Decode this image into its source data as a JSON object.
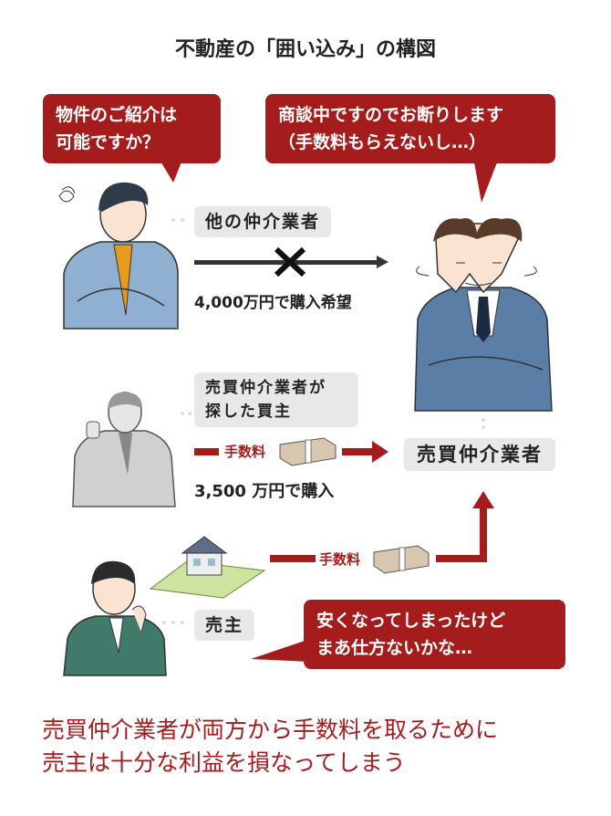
{
  "title": "不動産の「囲い込み」の構図",
  "bubbles": {
    "other_agent_question": [
      "物件のご紹介は",
      "可能ですか？"
    ],
    "broker_reply": [
      "商談中ですのでお断りします",
      "（手数料もらえないし…）"
    ],
    "seller_thought": [
      "安くなってしまったけど",
      "まあ仕方ないかな…"
    ]
  },
  "labels": {
    "other_agent": "他の仲介業者",
    "other_offer": "4,000万円で購入希望",
    "buyer": [
      "売買仲介業者が",
      "探した買主"
    ],
    "buyer_fee": "手数料",
    "buyer_price": "3,500 万円で購入",
    "broker": "売買仲介業者",
    "seller_fee": "手数料",
    "seller": "売主"
  },
  "conclusion": [
    "売買仲介業者が両方から手数料を取るために",
    "売主は十分な利益を損なってしまう"
  ],
  "colors": {
    "accent": "#a51c1c",
    "box": "#e8e8e8",
    "arrow": "#333333"
  }
}
